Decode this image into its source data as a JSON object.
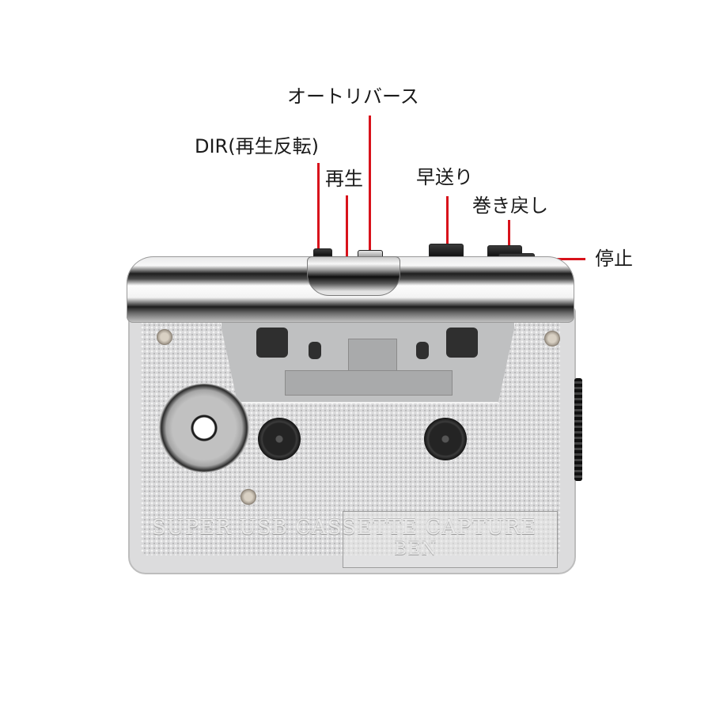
{
  "image": {
    "subject": "clear cassette-to-USB capture player with annotated controls",
    "background": "#ffffff",
    "annotation_line_color": "#d8121b"
  },
  "annotations": [
    {
      "id": "auto_reverse",
      "label": "オートリバース"
    },
    {
      "id": "dir",
      "label": "DIR(再生反転)"
    },
    {
      "id": "play",
      "label": "再生"
    },
    {
      "id": "fast_forward",
      "label": "早送り"
    },
    {
      "id": "rewind",
      "label": "巻き戻し"
    },
    {
      "id": "stop",
      "label": "停止"
    }
  ],
  "device": {
    "embossed_text_line1": "SUPER USB CASSETTE CAPTURE",
    "embossed_text_line2": "BEN"
  }
}
